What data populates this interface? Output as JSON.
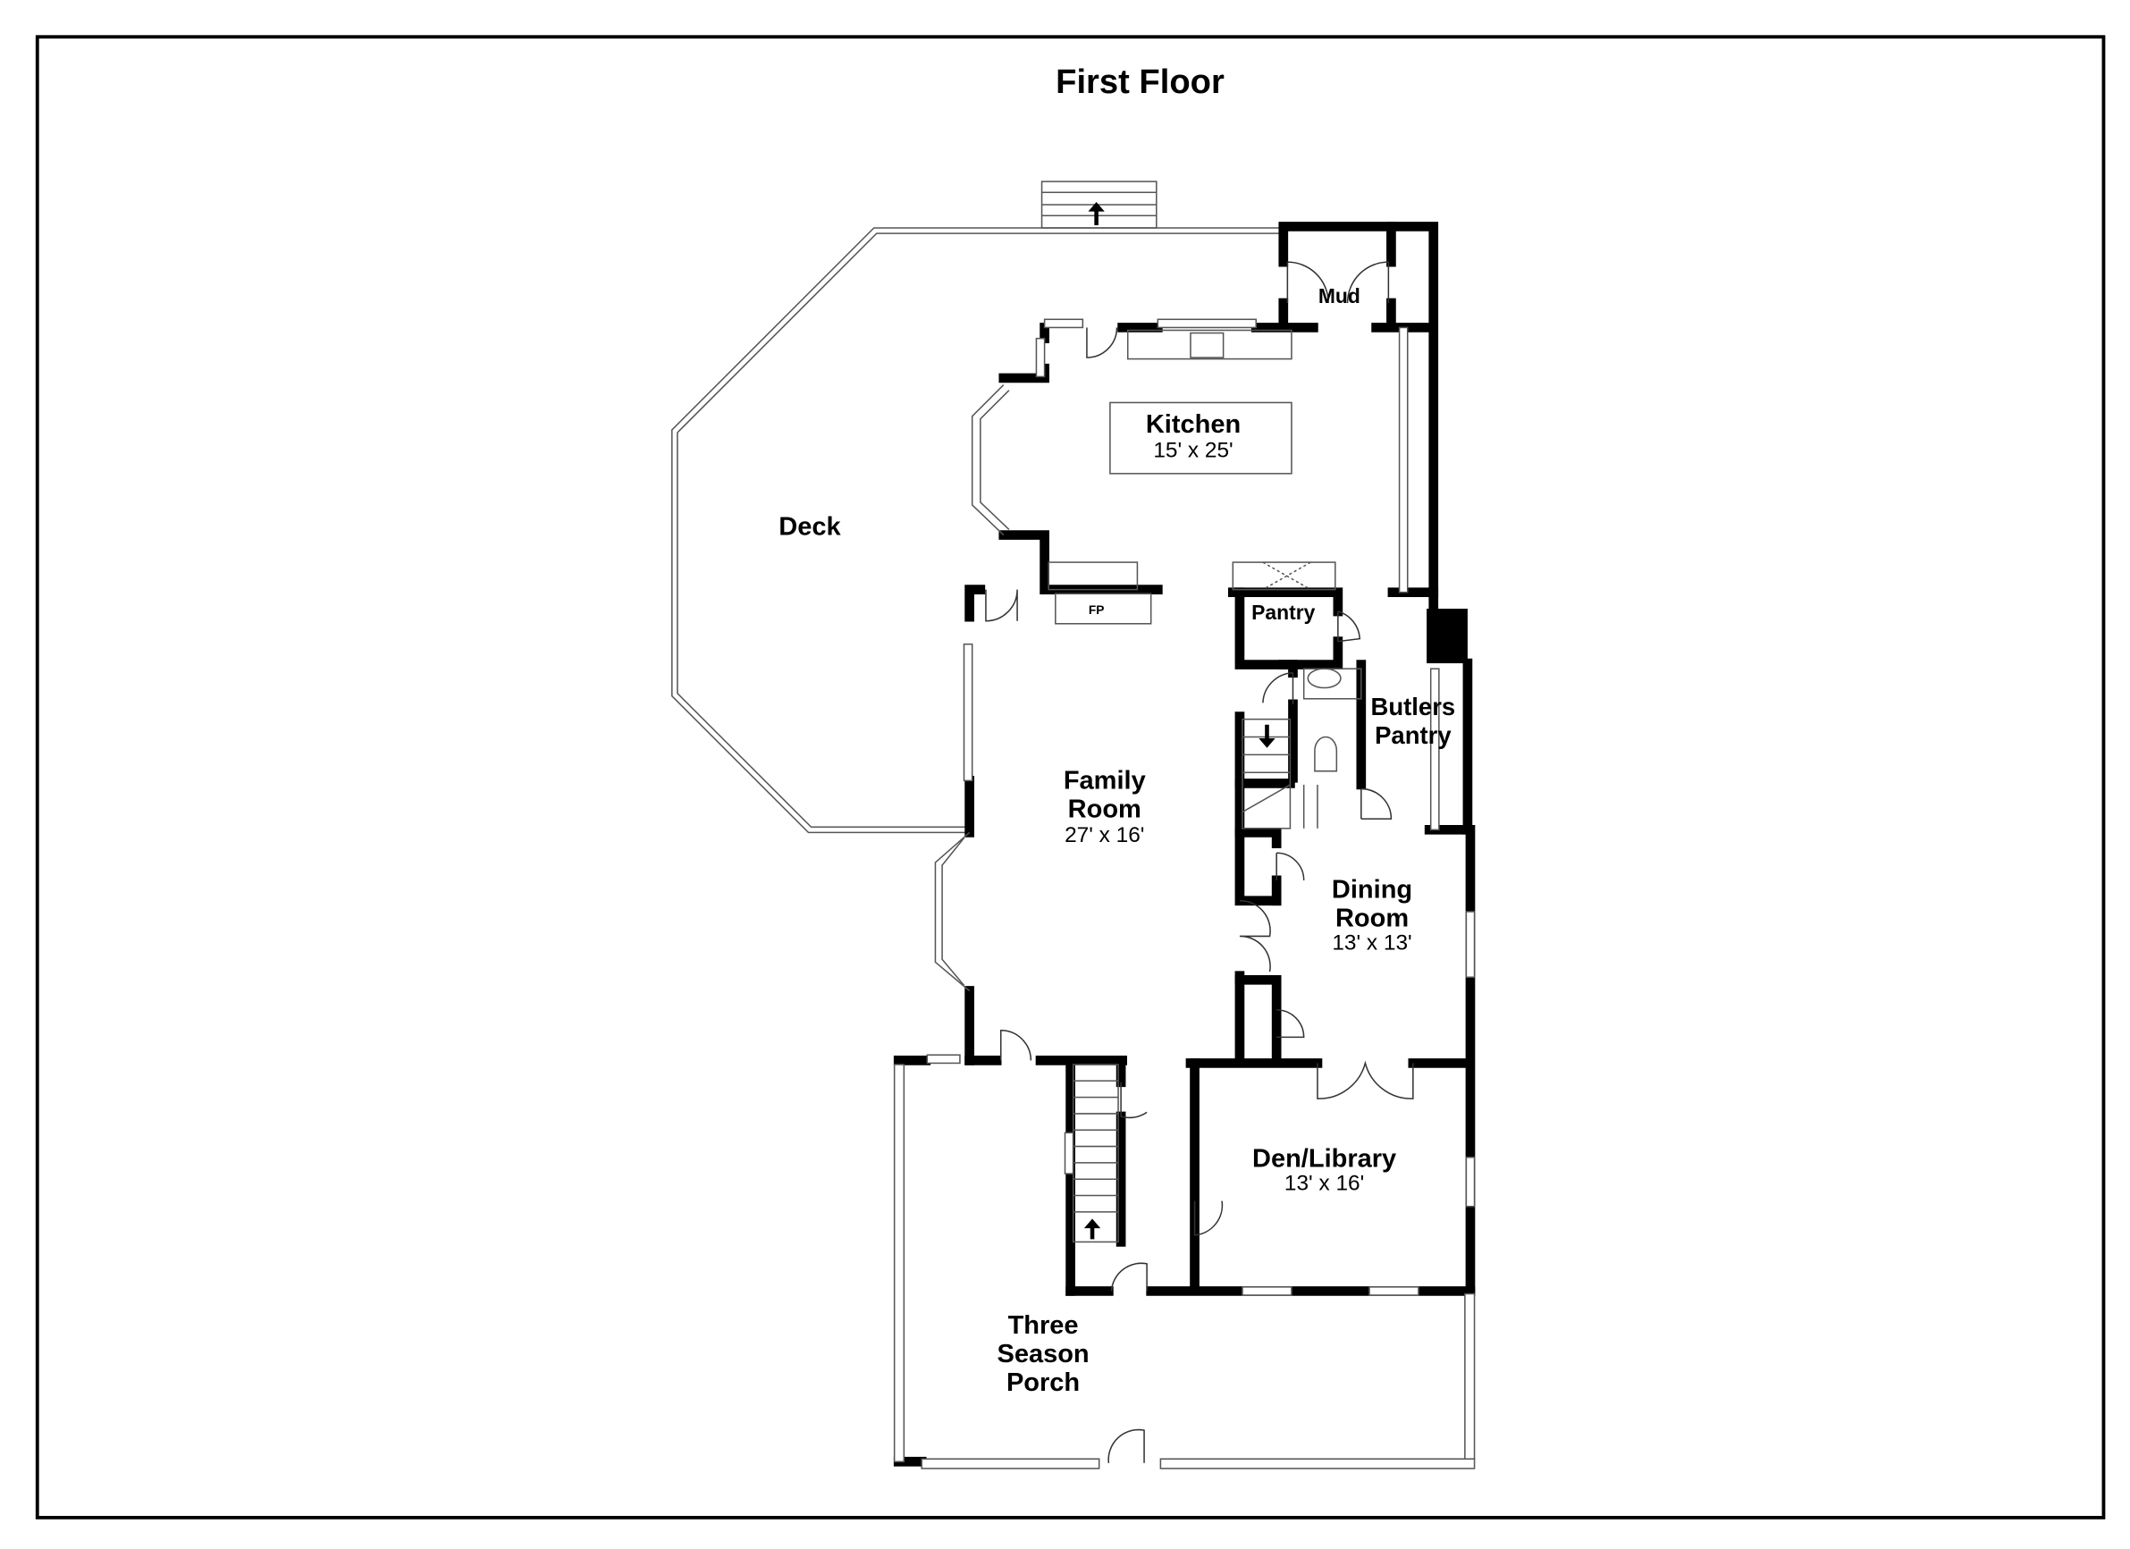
{
  "title": "First Floor",
  "rooms": {
    "deck": {
      "name": "Deck"
    },
    "mud": {
      "name": "Mud"
    },
    "kitchen": {
      "name": "Kitchen",
      "dims": "15' x 25'"
    },
    "fireplace": {
      "name": "FP"
    },
    "pantry": {
      "name": "Pantry"
    },
    "butlers_pantry": {
      "line1": "Butlers",
      "line2": "Pantry"
    },
    "family_room": {
      "line1": "Family",
      "line2": "Room",
      "dims": "27' x 16'"
    },
    "dining_room": {
      "line1": "Dining",
      "line2": "Room",
      "dims": "13' x 13'"
    },
    "den_library": {
      "name": "Den/Library",
      "dims": "13' x 16'"
    },
    "three_season_porch": {
      "line1": "Three",
      "line2": "Season",
      "line3": "Porch"
    }
  }
}
